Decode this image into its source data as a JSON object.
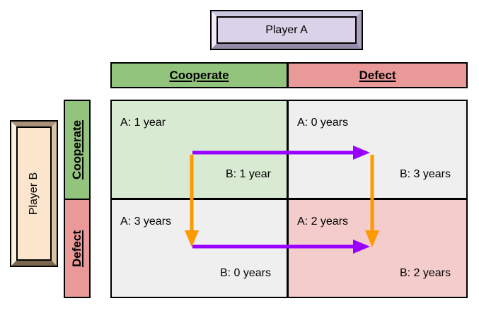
{
  "diagram": {
    "type": "payoff-matrix",
    "game": "Prisoner's Dilemma style payoff matrix"
  },
  "player_a": {
    "label": "Player A"
  },
  "player_b": {
    "label": "Player B"
  },
  "player_a_strategies": [
    {
      "label": "Cooperate"
    },
    {
      "label": "Defect"
    }
  ],
  "player_b_strategies": [
    {
      "label": "Cooperate"
    },
    {
      "label": "Defect"
    }
  ],
  "payoffs": {
    "cc": {
      "a": "A: 1 year",
      "b": "B: 1 year"
    },
    "cd": {
      "a": "A: 0 years",
      "b": "B: 3 years"
    },
    "dc": {
      "a": "A: 3 years",
      "b": "B: 0 years"
    },
    "dd": {
      "a": "A: 2 years",
      "b": "B: 2 years"
    }
  },
  "arrows": [
    {
      "name": "a-incentive-top-row",
      "color": "#9900ff",
      "direction": "right",
      "from": "cc",
      "to": "cd"
    },
    {
      "name": "b-incentive-left-col",
      "color": "#ff9900",
      "direction": "down",
      "from": "cc",
      "to": "dc"
    },
    {
      "name": "b-incentive-right-col",
      "color": "#ff9900",
      "direction": "down",
      "from": "cd",
      "to": "dd"
    },
    {
      "name": "a-incentive-bottom-row",
      "color": "#9900ff",
      "direction": "right",
      "from": "dc",
      "to": "dd"
    }
  ],
  "colors": {
    "cooperate_header": "#93c47d",
    "defect_header": "#ea9999",
    "cell_cooperate_cooperate": "#d9ead3",
    "cell_mixed": "#efefef",
    "cell_defect_defect": "#f4cccc",
    "player_a_box_fill": "#d9d2e9",
    "player_b_box_fill": "#fce5cd",
    "arrow_purple": "#9900ff",
    "arrow_orange": "#ff9900"
  }
}
